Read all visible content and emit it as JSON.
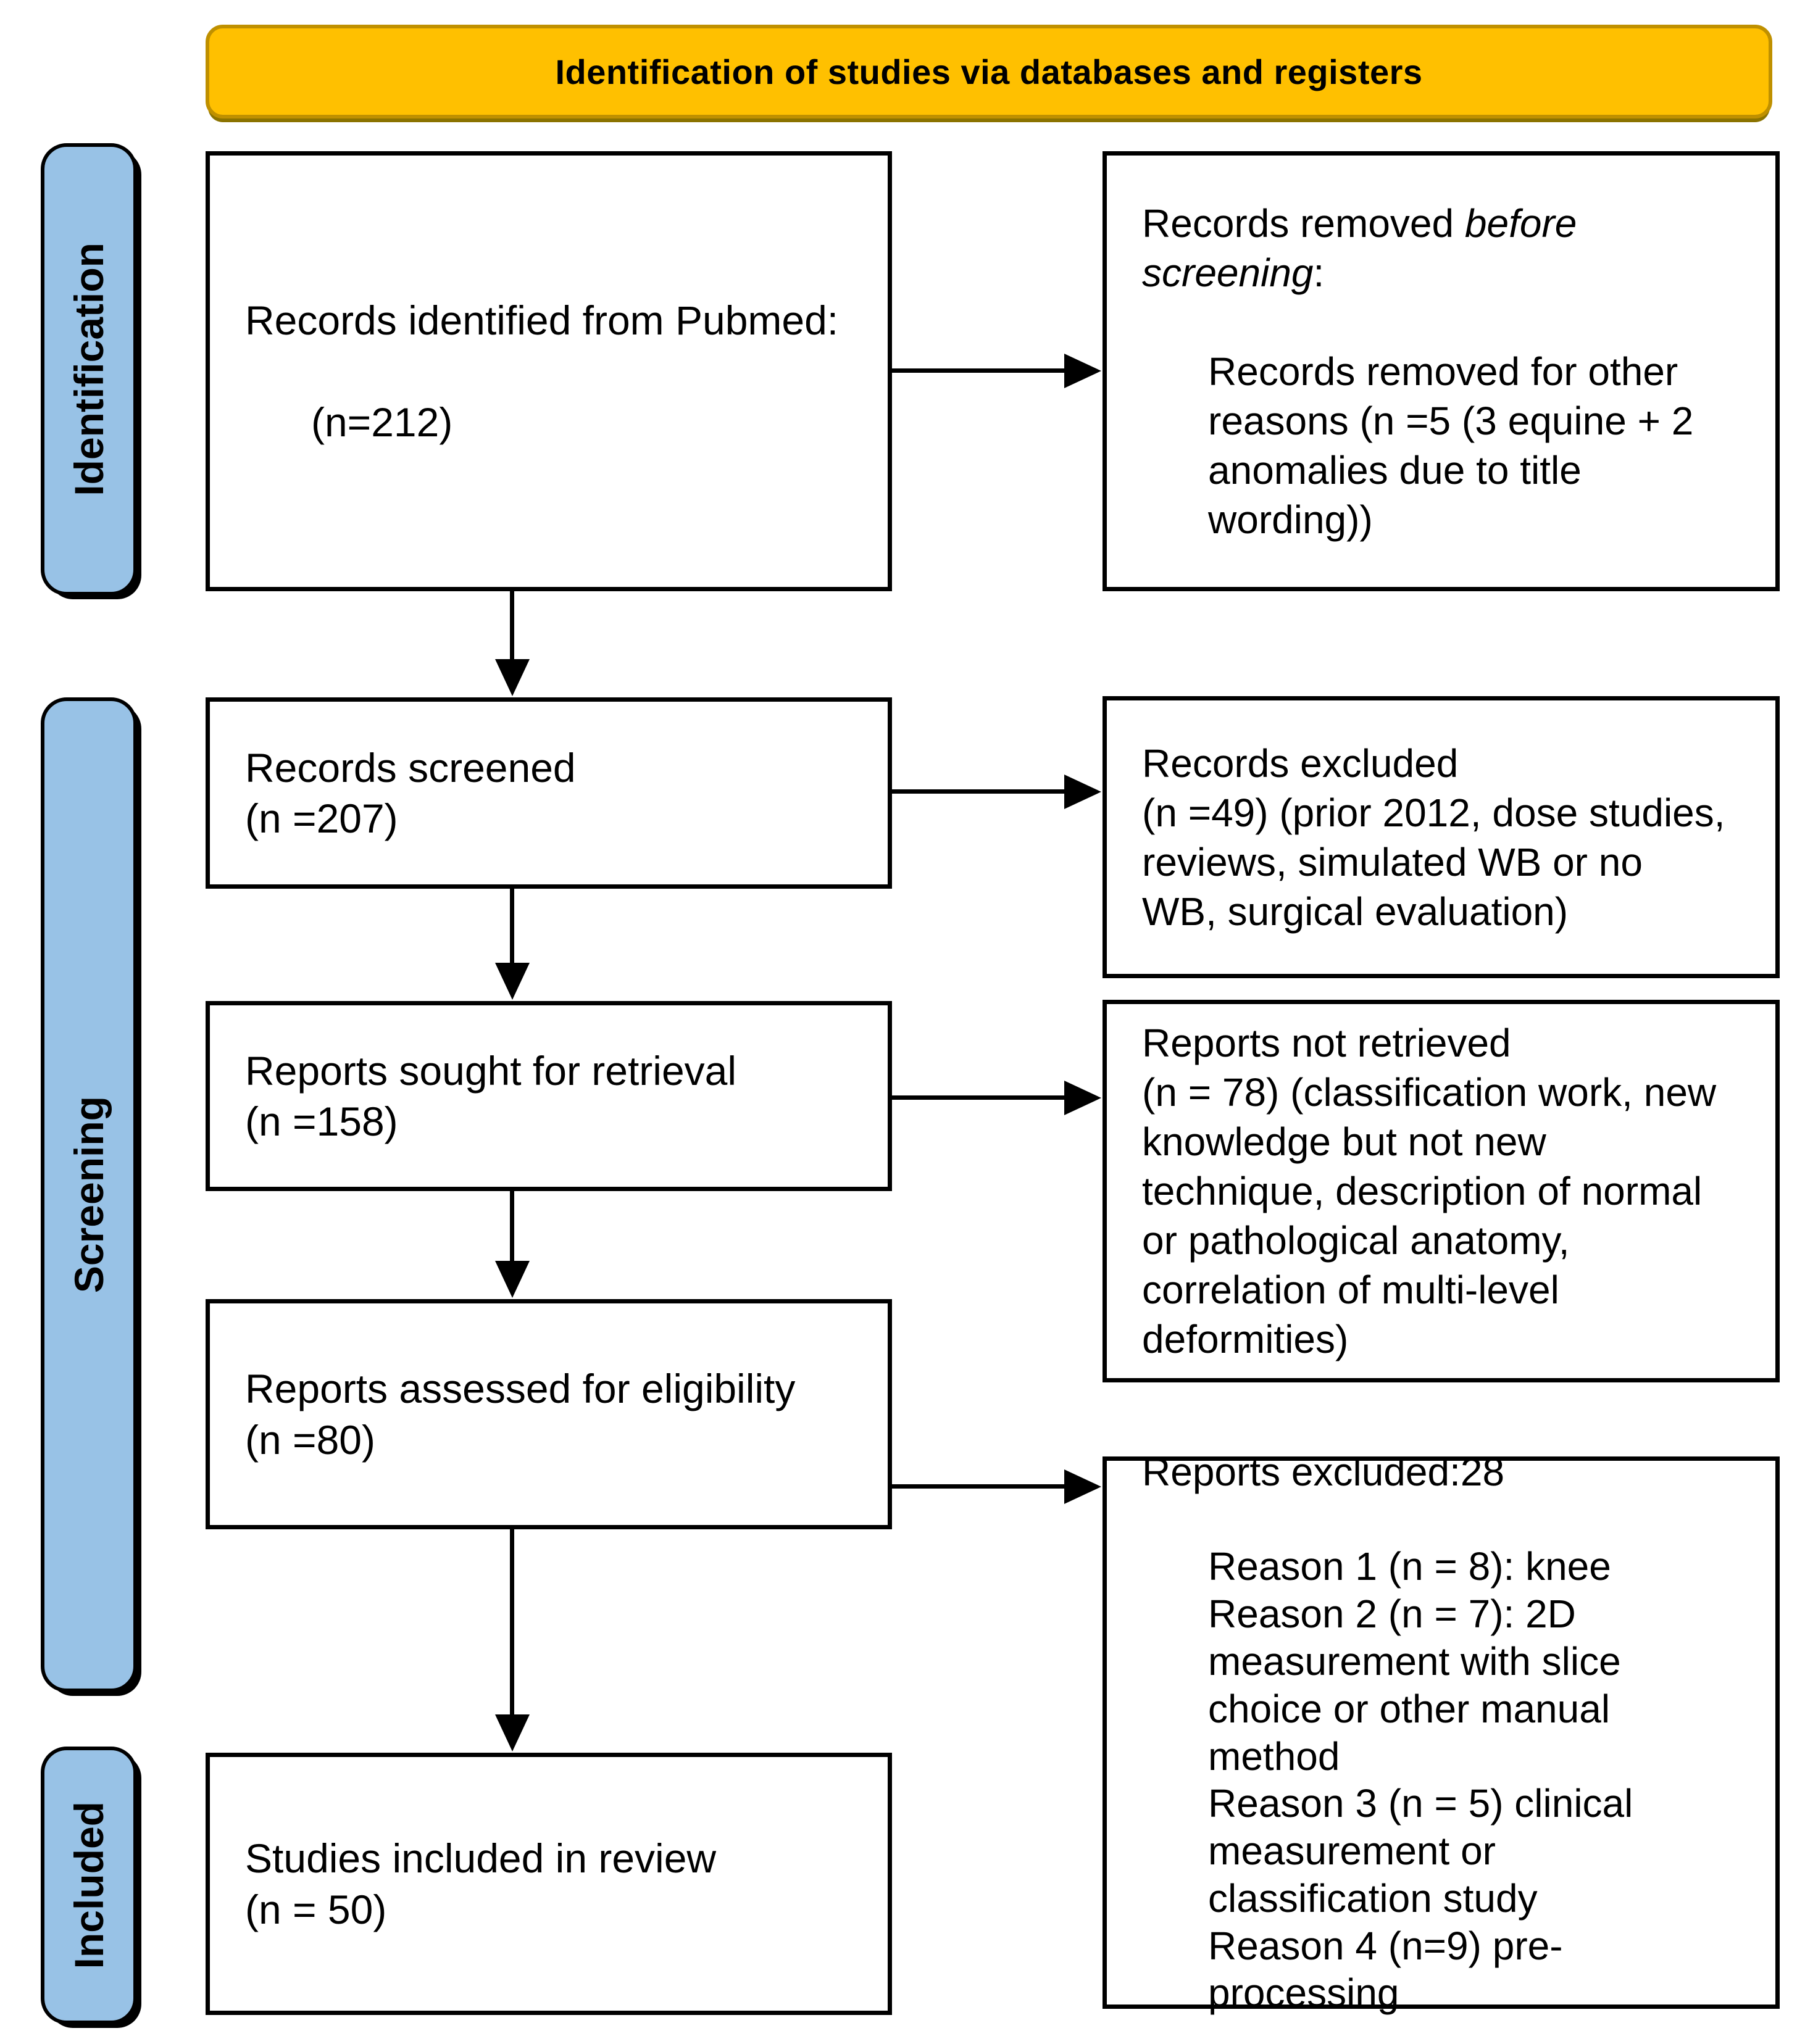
{
  "banner": {
    "title": "Identification of studies via databases and registers"
  },
  "sidebar": {
    "identification": "Identification",
    "screening": "Screening",
    "included": "Included"
  },
  "boxes": {
    "identified": {
      "line1": "Records identified from Pubmed:",
      "line2": "(n=212)"
    },
    "removed": {
      "prefix": "Records removed ",
      "italic": "before\nscreening",
      "colon": ":",
      "detail": "Records removed for other\nreasons (n =5 (3 equine + 2\nanomalies due to title\nwording))"
    },
    "screened": {
      "text": "Records screened\n(n =207)"
    },
    "excluded": {
      "text": "Records excluded\n(n =49) (prior 2012, dose studies,\nreviews, simulated WB or no\nWB, surgical evaluation)"
    },
    "sought": {
      "text": "Reports sought for retrieval\n(n =158)"
    },
    "not_retrieved": {
      "text": "Reports not retrieved\n(n = 78) (classification work, new\nknowledge but not new\ntechnique, description of normal\nor pathological anatomy,\ncorrelation of multi-level\ndeformities)"
    },
    "assessed": {
      "text": "Reports assessed for eligibility\n(n =80)"
    },
    "reports_excluded": {
      "line1": "Reports excluded:28",
      "detail": "Reason 1 (n = 8): knee\nReason 2 (n = 7): 2D\nmeasurement with slice\nchoice or other manual\nmethod\nReason 3 (n = 5) clinical\nmeasurement or\nclassification study\nReason 4 (n=9) pre-\nprocessing"
    },
    "included_in_review": {
      "text": "Studies included in review\n(n = 50)"
    }
  },
  "colors": {
    "banner_fill": "#FFC000",
    "banner_border": "#BF9000",
    "label_fill": "#98C2E6",
    "line": "#000000"
  }
}
